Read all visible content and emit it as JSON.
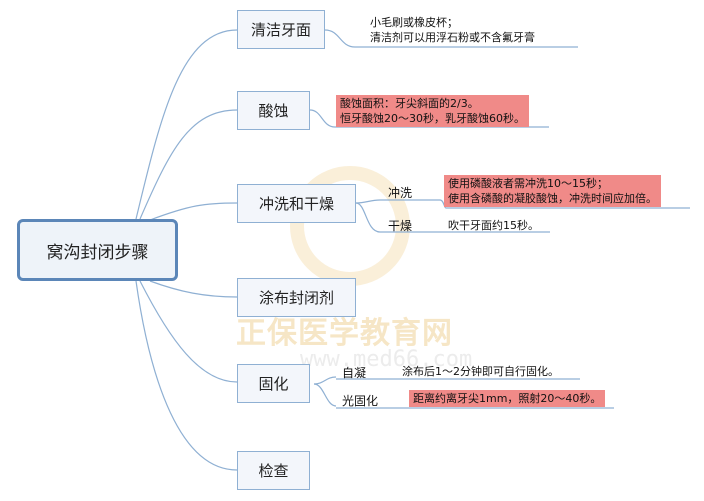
{
  "root": {
    "label": "窝沟封闭步骤"
  },
  "branches": [
    {
      "label": "清洁牙面",
      "notes": [
        "小毛刷或橡皮杯；",
        "清洁剂可以用浮石粉或不含氟牙膏"
      ]
    },
    {
      "label": "酸蚀",
      "notes": [
        "酸蚀面积：牙尖斜面的2/3。",
        "恒牙酸蚀20～30秒，乳牙酸蚀60秒。"
      ]
    },
    {
      "label": "冲洗和干燥",
      "children": [
        {
          "label": "冲洗",
          "notes": [
            "使用磷酸液者需冲洗10～15秒；",
            "使用含磷酸的凝胶酸蚀，冲洗时间应加倍。"
          ]
        },
        {
          "label": "干燥",
          "notes": [
            "吹干牙面约15秒。"
          ]
        }
      ]
    },
    {
      "label": "涂布封闭剂"
    },
    {
      "label": "固化",
      "children": [
        {
          "label": "自凝",
          "notes": [
            "涂布后1～2分钟即可自行固化。"
          ]
        },
        {
          "label": "光固化",
          "notes": [
            "距离约离牙尖1mm，照射20～40秒。"
          ]
        }
      ]
    },
    {
      "label": "检查"
    }
  ],
  "watermark": {
    "text": "正保医学教育网",
    "url": "www.med66.com"
  },
  "colors": {
    "link": "#8fb0d3",
    "highlight": "#f08a88",
    "rootBorder": "#5b86b8"
  }
}
